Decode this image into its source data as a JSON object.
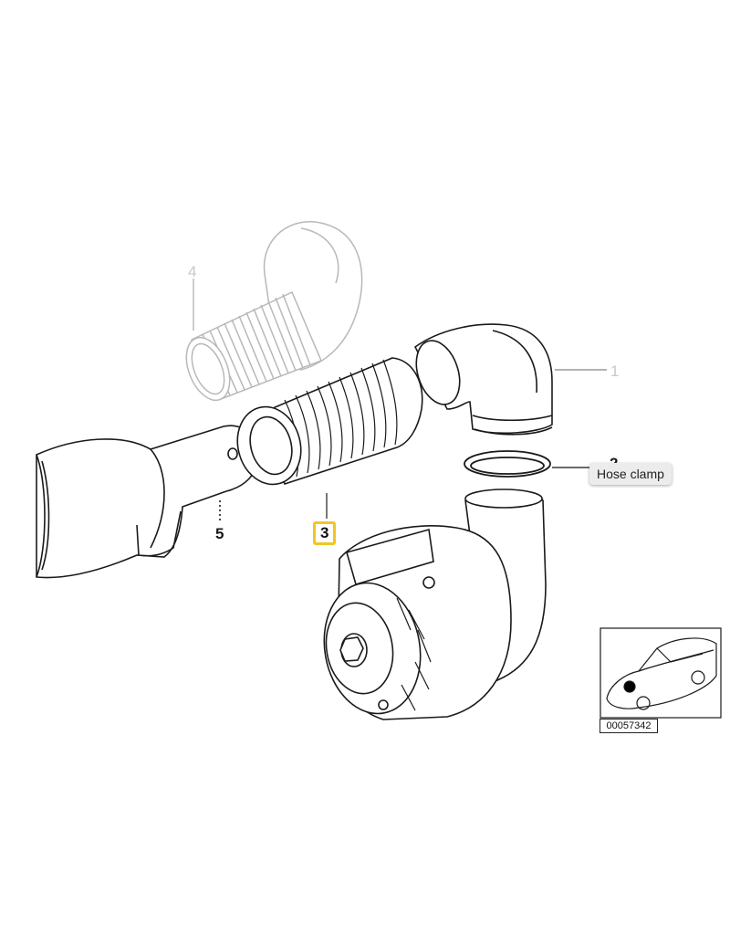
{
  "callouts": {
    "c1": "1",
    "c2": "2",
    "c3": "3",
    "c4": "4",
    "c5": "5"
  },
  "tooltip": {
    "text": "Hose clamp"
  },
  "thumbnail": {
    "part_number": "00057342"
  },
  "colors": {
    "highlight": "#f2c524",
    "faded_part": "#c8c8c8",
    "line": "#1a1a1a"
  }
}
